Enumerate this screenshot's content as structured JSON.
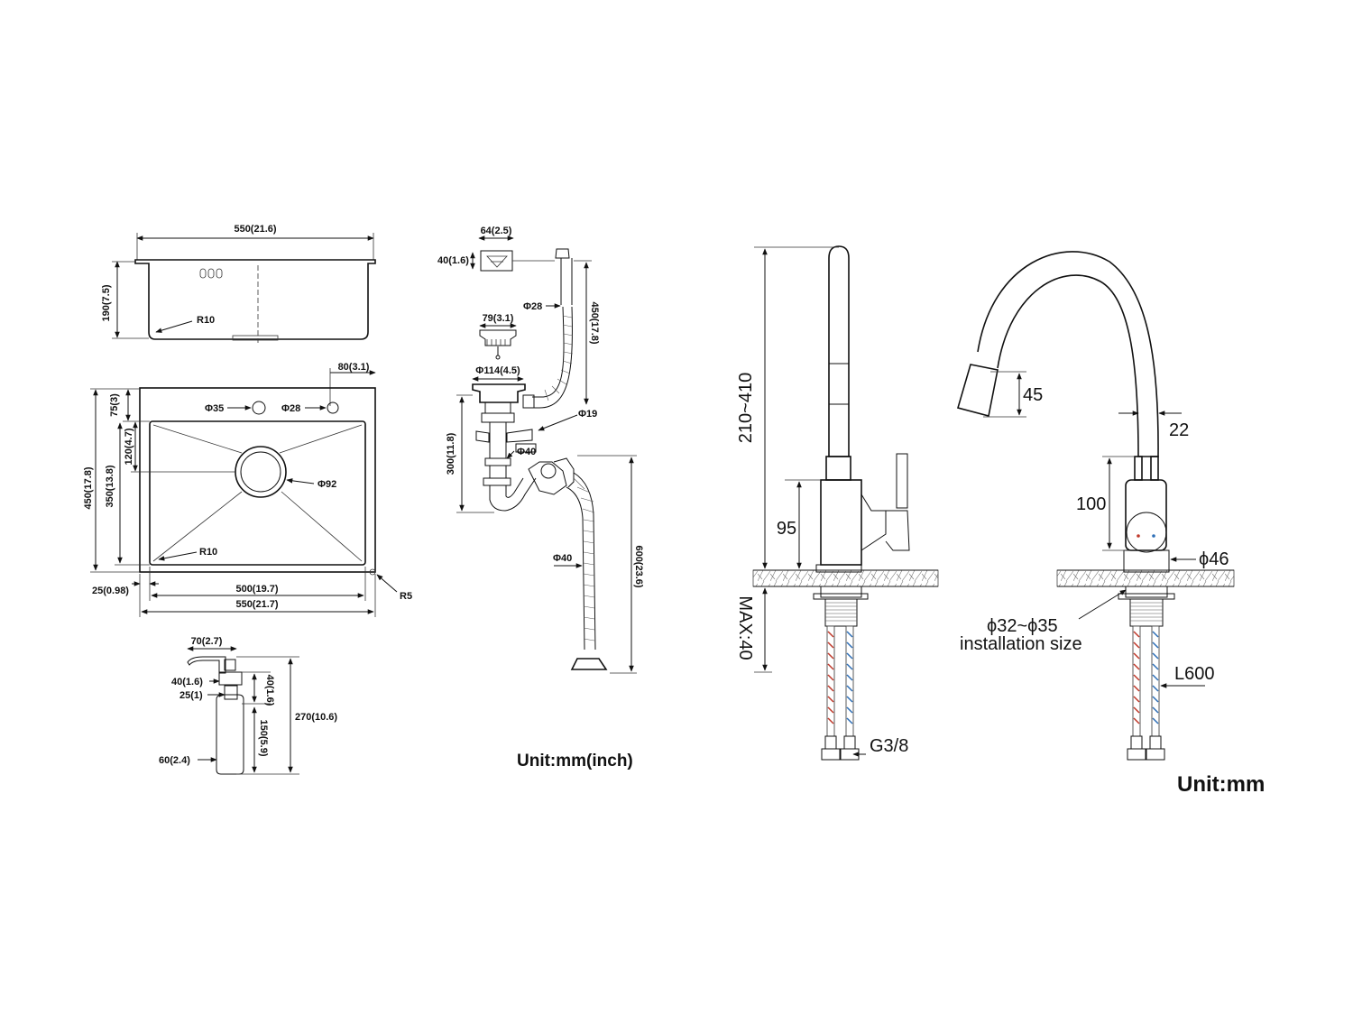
{
  "sink_top": {
    "width_label": "550(21.6)",
    "depth_label": "190(7.5)",
    "radius_label": "R10"
  },
  "sink_plan": {
    "tap_offset_label": "80(3.1)",
    "edge_top_label": "75(3)",
    "hole_large_label": "Φ35",
    "hole_small_label": "Φ28",
    "inner_offset_label": "120(4.7)",
    "outer_depth_label": "450(17.8)",
    "inner_depth_label": "350(13.8)",
    "drain_label": "Φ92",
    "corner_radius_label": "R10",
    "rim_label": "25(0.98)",
    "inner_width_label": "500(19.7)",
    "outer_width_label": "550(21.7)",
    "outer_radius_label": "R5"
  },
  "dispenser": {
    "spout_label": "70(2.7)",
    "head_height_label": "40(1.6)",
    "neck_width_label": "40(1.6)",
    "neck_label": "25(1)",
    "body_height_label": "150(5.9)",
    "total_height_label": "270(10.6)",
    "bottle_diameter_label": "60(2.4)"
  },
  "drain": {
    "overflow_width_label": "64(2.5)",
    "overflow_height_label": "40(1.6)",
    "hose_diameter_label": "Φ28",
    "hose_length_label": "450(17.8)",
    "strainer_label": "79(3.1)",
    "flange_label": "Φ114(4.5)",
    "branch_label": "Φ19",
    "pipe_label": "Φ40",
    "trap_height_label": "300(11.8)",
    "outlet_label": "Φ40",
    "outlet_length_label": "600(23.6)",
    "unit_label": "Unit:mm(inch)"
  },
  "faucet_side": {
    "height_label": "210~410",
    "body_label": "95",
    "max_label": "MAX:40",
    "thread_label": "G3/8"
  },
  "faucet_front": {
    "spray_label": "45",
    "tube_label": "22",
    "body_label": "100",
    "base_label": "ϕ46",
    "install_label": "ϕ32~ϕ35",
    "install_text": "installation size",
    "hose_label": "L600",
    "unit_label": "Unit:mm"
  }
}
